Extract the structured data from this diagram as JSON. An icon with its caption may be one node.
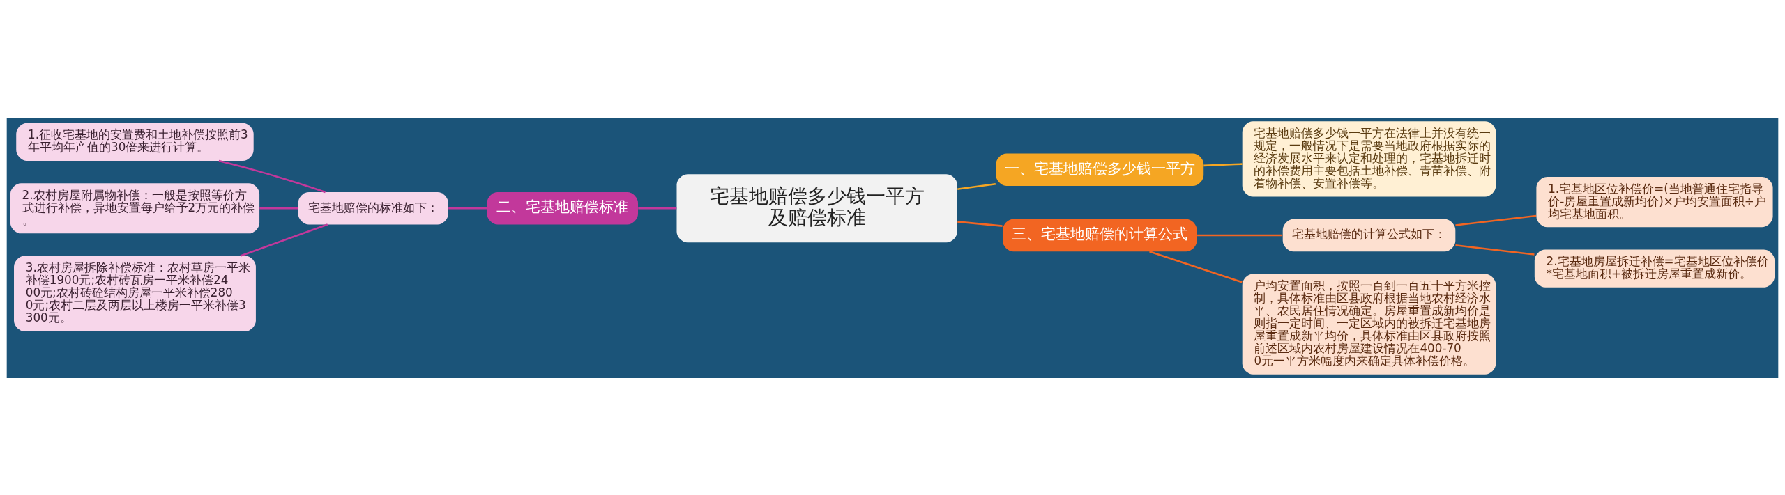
{
  "diagram": {
    "nodes": [
      {
        "text": [
          "宅基地赔偿多少钱一平方及赔偿标准"
        ]
      },
      {
        "text": [
          "一、宅基地赔偿多少钱一平方"
        ]
      },
      {
        "text": [
          "宅基地赔偿多少钱一平方在法律上并没有统一规定，一般情况下是需要当地政府根据实际的经济发展水平来认定和处理的，宅基地拆迁时的补偿费用主要包括土地补偿、青苗补偿、附着物补偿、安置补偿等。"
        ]
      },
      {
        "text": [
          "二、宅基地赔偿标准"
        ]
      },
      {
        "text": [
          "宅基地赔偿的标准如下："
        ]
      },
      {
        "text": [
          "1.征收宅基地的安置费和土地补偿按照前3年平均年产值的30倍来进行计算。"
        ]
      },
      {
        "text": [
          "2.农村房屋附属物补偿：一般是按照等价方式进行补偿，异地安置每户给予2万元的补偿。"
        ]
      },
      {
        "text": [
          "3.农村房屋拆除补偿标准：农村草房一平米补偿1900元;农村砖瓦房一平米补偿2400元;农村砖砼结构房屋一平米补偿2800元;农村二层及两层以上楼房一平米补偿3300元。"
        ]
      },
      {
        "text": [
          "三、宅基地赔偿的计算公式"
        ]
      },
      {
        "text": [
          "宅基地赔偿的计算公式如下："
        ]
      },
      {
        "text": [
          "1.宅基地区位补偿价=(当地普通住宅指导价-房屋重置成新均价)×户均安置面积÷户均宅基地面积。"
        ]
      },
      {
        "text": [
          "2.宅基地房屋拆迁补偿=宅基地区位补偿价*宅基地面积+被拆迁房屋重置成新价。"
        ]
      },
      {
        "text": [
          "户均安置面积，按照一百到一百五十平方米控制，具体标准由区县政府根据当地农村经济水平、农民居住情况确定。房屋重置成新均价是则指一定时间、一定区域内的被拆迁宅基地房屋重置成新平均价，具体标准由区县政府按照前述区域内农村房屋建设情况在400-700元一平方米幅度内来确定具体补偿价格。"
        ]
      }
    ],
    "edges": [
      {
        "from": 0,
        "to": 1,
        "arrow": "none",
        "color": "#f5a623"
      },
      {
        "from": 1,
        "to": 2,
        "arrow": "none",
        "color": "#f5a623"
      },
      {
        "from": 0,
        "to": 3,
        "arrow": "none",
        "color": "#c2389b"
      },
      {
        "from": 3,
        "to": 4,
        "arrow": "none",
        "color": "#c2389b"
      },
      {
        "from": 4,
        "to": 5,
        "arrow": "none",
        "color": "#c2389b"
      },
      {
        "from": 4,
        "to": 6,
        "arrow": "none",
        "color": "#c2389b"
      },
      {
        "from": 4,
        "to": 7,
        "arrow": "none",
        "color": "#c2389b"
      },
      {
        "from": 0,
        "to": 8,
        "arrow": "none",
        "color": "#f26522"
      },
      {
        "from": 8,
        "to": 9,
        "arrow": "none",
        "color": "#f26522"
      },
      {
        "from": 9,
        "to": 10,
        "arrow": "none",
        "color": "#f26522"
      },
      {
        "from": 9,
        "to": 11,
        "arrow": "none",
        "color": "#f26522"
      },
      {
        "from": 8,
        "to": 12,
        "arrow": "none",
        "color": "#f26522"
      }
    ]
  }
}
